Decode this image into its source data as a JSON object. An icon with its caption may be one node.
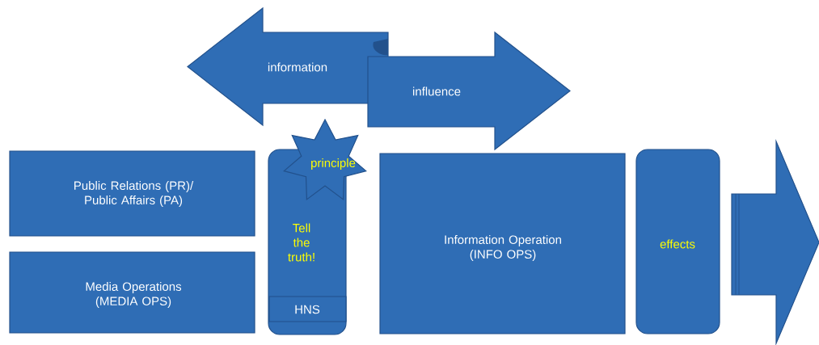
{
  "diagram": {
    "nodes": [
      {
        "text": [
          "information"
        ]
      },
      {
        "text": [
          "influence"
        ]
      },
      {
        "text": [
          "Public Relations (PR)/ Public Affairs (PA)"
        ]
      },
      {
        "text": [
          "Media Operations (MEDIA OPS)"
        ]
      },
      {
        "text": [
          "Tell the truth!"
        ]
      },
      {
        "text": [
          "HNS"
        ],
        "in": 4
      },
      {
        "text": [
          "principle"
        ]
      },
      {
        "text": [
          "Information Operation (INFO OPS)"
        ]
      },
      {
        "text": [
          "effects"
        ]
      },
      {
        "text": [],
        "shape": "arrow"
      }
    ]
  }
}
